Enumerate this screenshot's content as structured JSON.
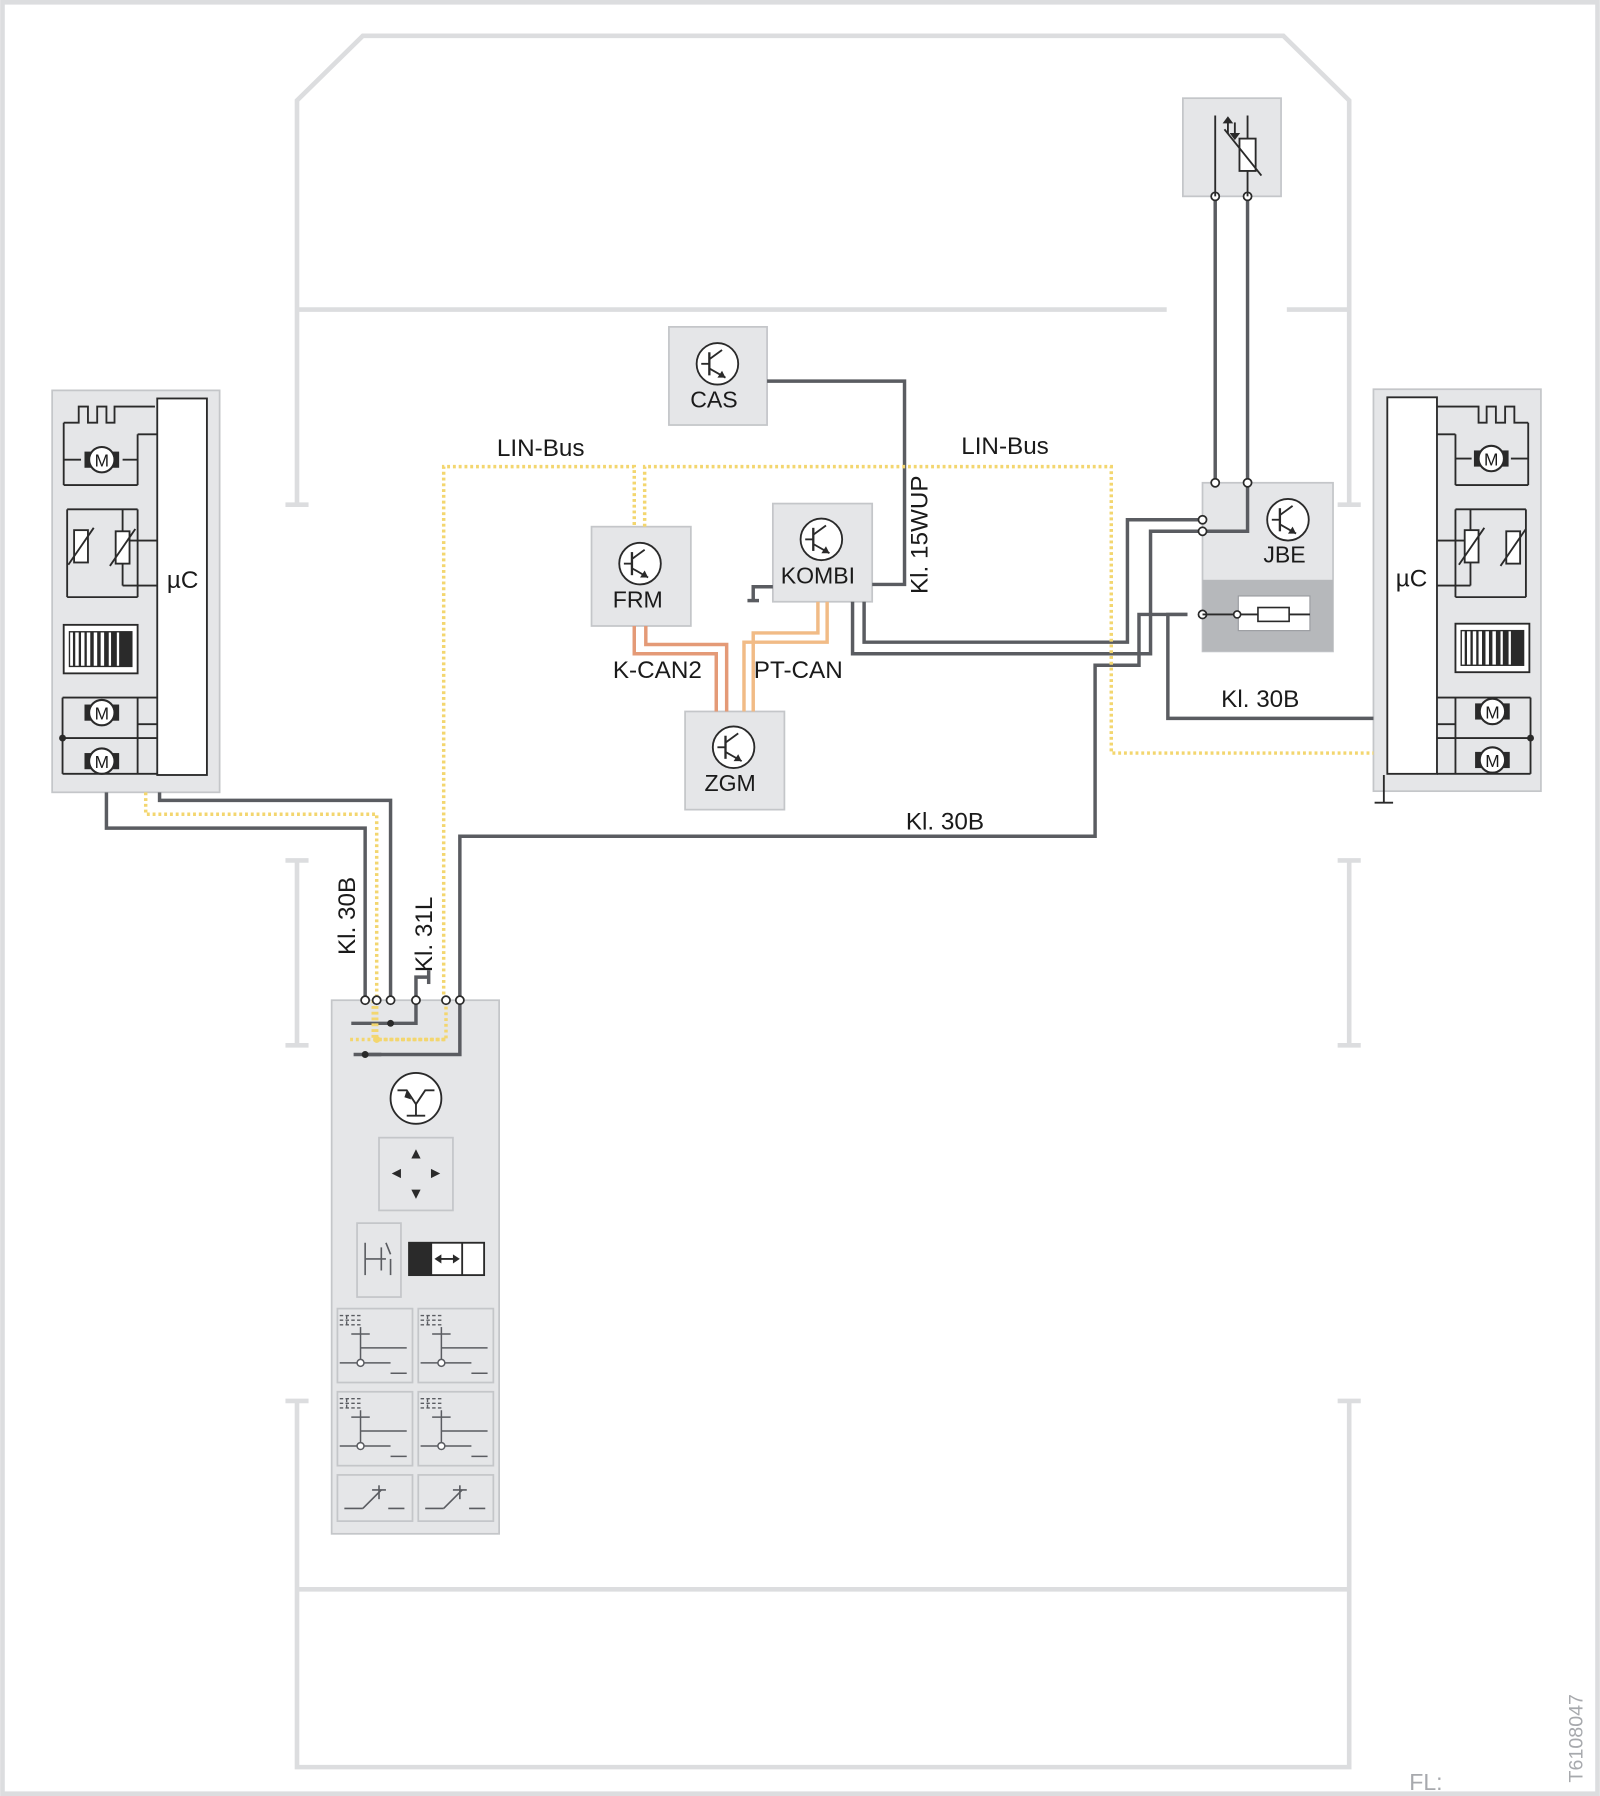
{
  "modules": {
    "cas": "CAS",
    "frm": "FRM",
    "kombi": "KOMBI",
    "zgm": "ZGM",
    "jbe": "JBE"
  },
  "seat": {
    "uc_left": "µC",
    "uc_right": "µC",
    "motor": "M"
  },
  "signals": {
    "lin_bus_left": "LIN-Bus",
    "lin_bus_right": "LIN-Bus",
    "k_can2": "K-CAN2",
    "pt_can": "PT-CAN",
    "kl15wup": "Kl. 15WUP",
    "kl30b_right": "Kl. 30B",
    "kl30b_center": "Kl. 30B",
    "kl30b_vertical": "Kl. 30B",
    "kl31l": "Kl. 31L"
  },
  "footer": {
    "fl": "FL:",
    "figure_id": "T6108047"
  },
  "colors": {
    "wire": "#5a5c61",
    "lin_bus": "#f3d66f",
    "k_can2": "#e49a77",
    "pt_can": "#f1bb86",
    "module_fill": "#e5e6e8",
    "body_outline": "#dcdddf"
  }
}
